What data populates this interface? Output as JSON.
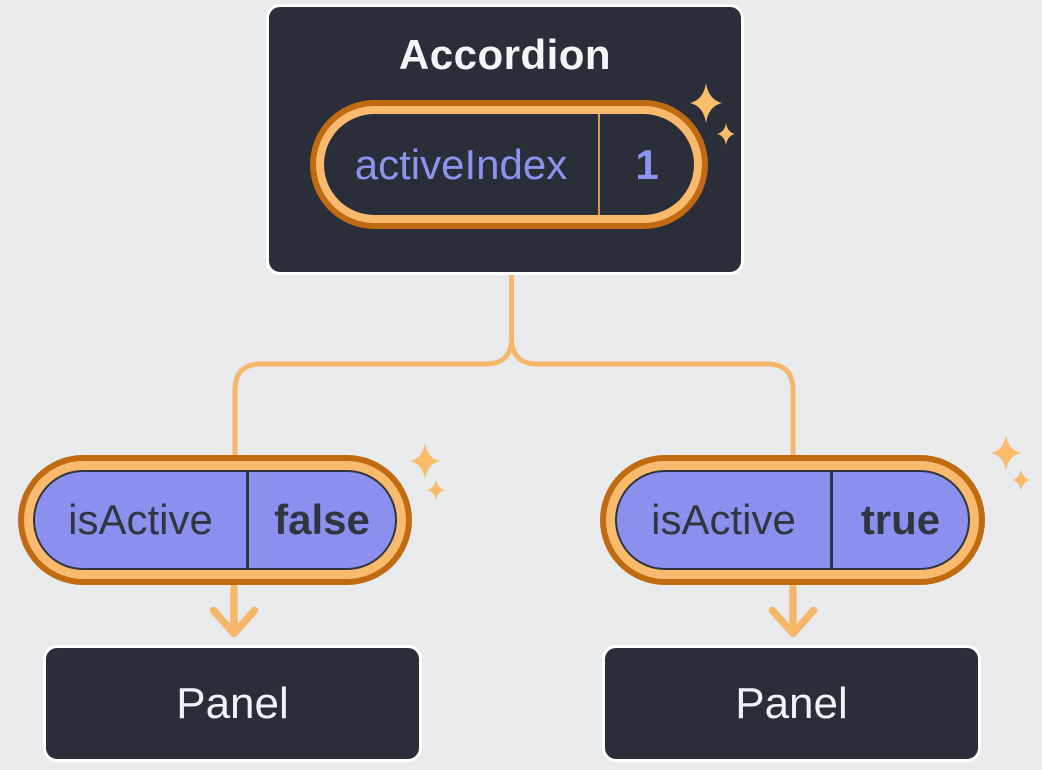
{
  "root_component": {
    "name": "Accordion",
    "state": {
      "label": "activeIndex",
      "value": "1"
    }
  },
  "children": [
    {
      "prop": {
        "label": "isActive",
        "value": "false"
      },
      "child_component": {
        "name": "Panel"
      }
    },
    {
      "prop": {
        "label": "isActive",
        "value": "true"
      },
      "child_component": {
        "name": "Panel"
      }
    }
  ],
  "icons": {
    "sparkle": "sparkle-icon"
  },
  "colors": {
    "background": "#E9EAEC",
    "node_background": "#2A2E38",
    "node_border": "#FFFFFF",
    "pill_fill": "#8B90EE",
    "ring_outer": "#C06A12",
    "ring_inner": "#F9BA6E",
    "connector": "#F5B86B",
    "sparkle": "#F8BC6A",
    "state_text": "#8C94F0",
    "prop_text": "#303540",
    "label_text": "#F4F5F7"
  }
}
